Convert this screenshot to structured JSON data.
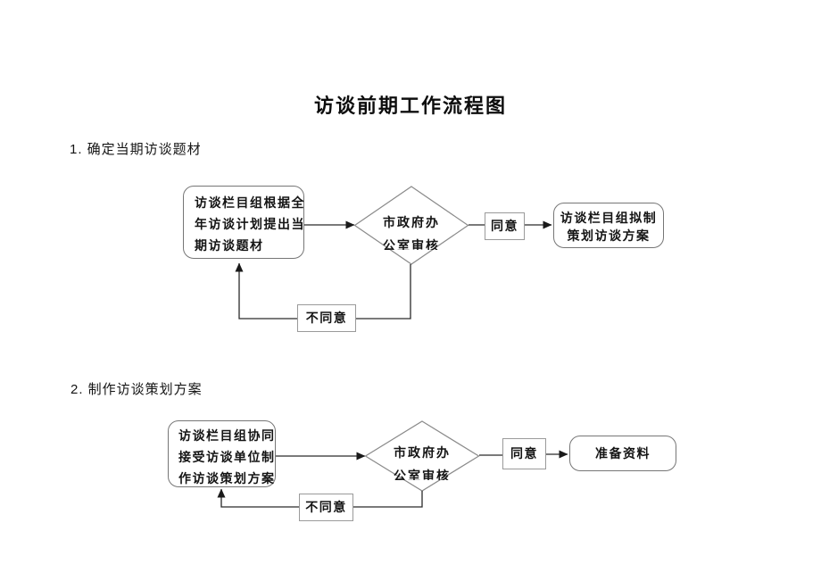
{
  "page": {
    "title": "访谈前期工作流程图"
  },
  "colors": {
    "background": "#ffffff",
    "text": "#141414",
    "box_border": "#7f7f7f",
    "connector": "#2a2a2a"
  },
  "sections": [
    {
      "heading": "1. 确定当期访谈题材",
      "flow": {
        "start_lines": [
          "访谈栏目组根据全",
          "年访谈计划提出当",
          "期访谈题材"
        ],
        "decision_lines": [
          "市政府办",
          "公室审核"
        ],
        "agree": "同意",
        "disagree": "不同意",
        "result_lines": [
          "访谈栏目组拟制",
          "策划访谈方案"
        ]
      }
    },
    {
      "heading": "2. 制作访谈策划方案",
      "flow": {
        "start_lines": [
          "访谈栏目组协同",
          "接受访谈单位制",
          "作访谈策划方案"
        ],
        "decision_lines": [
          "市政府办",
          "公室审核"
        ],
        "agree": "同意",
        "disagree": "不同意",
        "result_lines": [
          "准备资料"
        ]
      }
    }
  ]
}
